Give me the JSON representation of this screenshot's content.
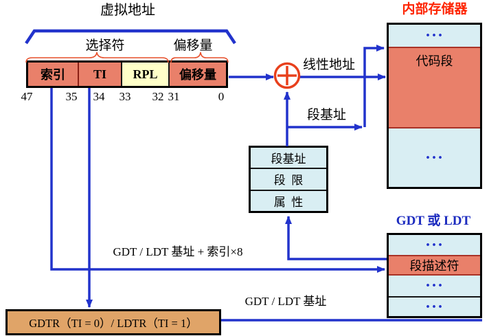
{
  "colors": {
    "line-blue": "#2233CC",
    "salmon": "#E9806A",
    "light-yellow": "#FFFFC8",
    "light-cyan": "#D9EEF3",
    "tan": "#E0A468",
    "accent-red": "#E8401C",
    "brace-red": "#E8502C",
    "title-red": "#FE2400",
    "title-blue": "#1C2BBF",
    "dark-red-border": "#A93226"
  },
  "header": {
    "virtual_address": "虚拟地址",
    "selector": "选择符",
    "offset": "偏移量"
  },
  "register": {
    "cells": [
      "索引",
      "TI",
      "RPL",
      "偏移量"
    ],
    "bits": [
      "47",
      "35",
      "34",
      "33",
      "32",
      "31",
      "0"
    ]
  },
  "labels": {
    "linear_address": "线性地址",
    "segment_base": "段基址",
    "gdt_base_plus_index": "GDT / LDT 基址 + 索引×8",
    "gdt_base": "GDT / LDT 基址"
  },
  "descriptor_cache": {
    "rows": [
      "段基址",
      "段  限",
      "属  性"
    ]
  },
  "memory": {
    "title": "内部存储器",
    "dots_top": "···",
    "code_segment": "代码段",
    "dots_bottom": "···"
  },
  "gdt": {
    "title": "GDT 或 LDT",
    "dots_top": "···",
    "descriptor": "段描述符",
    "dots_mid": "···",
    "dots_bottom": "···"
  },
  "gdtr": {
    "label": "GDTR（TI = 0）/ LDTR（TI = 1）"
  }
}
